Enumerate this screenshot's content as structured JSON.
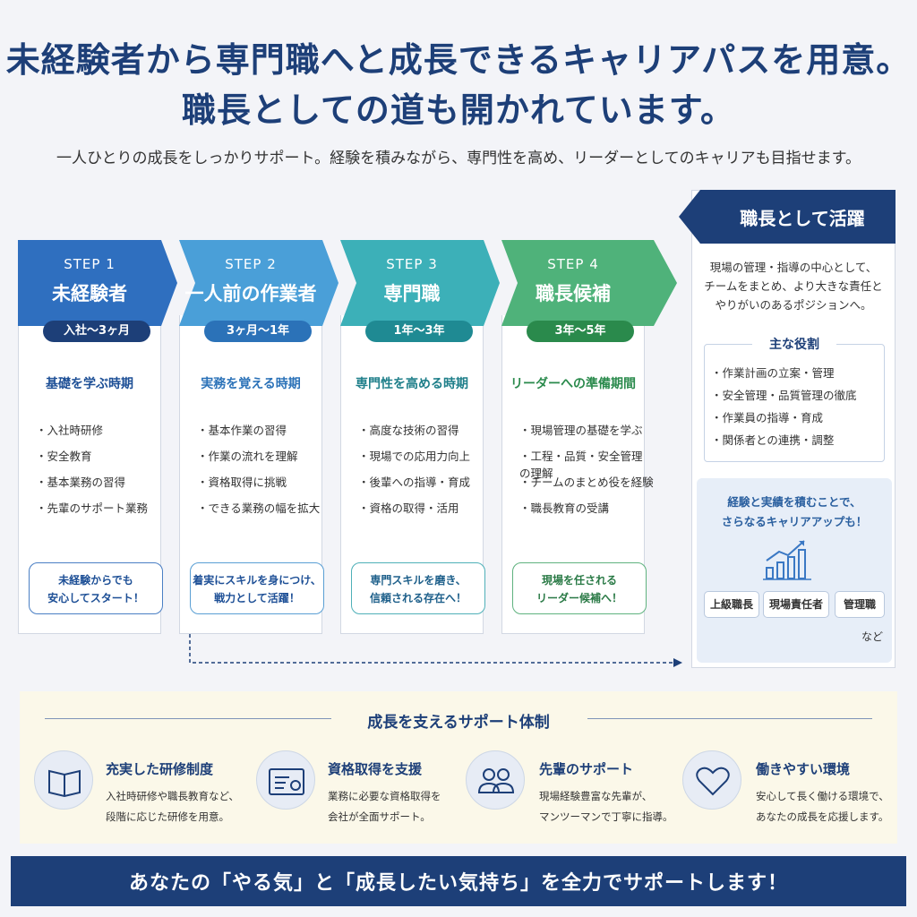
{
  "header": {
    "title_line1": "未経験者から専門職へと成長できるキャリアパスを用意。",
    "title_line2": "職長としての道も開かれています。",
    "subtitle": "一人ひとりの成長をしっかりサポート。経験を積みながら、専門性を高め、リーダーとしてのキャリアも目指せます。"
  },
  "steps": [
    {
      "label": "STEP 1",
      "name": "未経験者",
      "period": "入社～3ヶ月",
      "phase": "基礎を学ぶ時期",
      "items": [
        "入社時研修",
        "安全教育",
        "基本業務の習得",
        "先輩のサポート業務"
      ],
      "note_line1": "未経験からでも",
      "note_line2": "安心してスタート！",
      "color": "#2f6fbf",
      "pill_color": "#1d3f78",
      "text_color": "#1d4f96"
    },
    {
      "label": "STEP 2",
      "name": "一人前の作業者",
      "period": "3ヶ月～1年",
      "phase": "実務を覚える時期",
      "items": [
        "基本作業の習得",
        "作業の流れを理解",
        "資格取得に挑戦",
        "できる業務の幅を拡大"
      ],
      "note_line1": "着実にスキルを身につけ、",
      "note_line2": "戦力として活躍！",
      "color": "#4a9fd8",
      "pill_color": "#2b72b8",
      "text_color": "#2b72b8"
    },
    {
      "label": "STEP 3",
      "name": "専門職",
      "period": "1年～3年",
      "phase": "専門性を高める時期",
      "items": [
        "高度な技術の習得",
        "現場での応用力向上",
        "後輩への指導・育成",
        "資格の取得・活用"
      ],
      "note_line1": "専門スキルを磨き、",
      "note_line2": "信頼される存在へ！",
      "color": "#3cb0b8",
      "pill_color": "#1f8a93",
      "text_color": "#1f7f8a"
    },
    {
      "label": "STEP 4",
      "name": "職長候補",
      "period": "3年～5年",
      "phase": "リーダーへの準備期間",
      "items": [
        "現場管理の基礎を学ぶ",
        "工程・品質・安全管理の理解",
        "チームのまとめ役を経験",
        "職長教育の受講"
      ],
      "note_line1": "現場を任される",
      "note_line2": "リーダー候補へ！",
      "color": "#4fb27a",
      "pill_color": "#2a8a4c",
      "text_color": "#2a8a4c"
    }
  ],
  "foreman": {
    "title": "職長として活躍",
    "desc_line1": "現場の管理・指導の中心として、",
    "desc_line2": "チームをまとめ、より大きな責任と",
    "desc_line3": "やりがいのあるポジションへ。",
    "roles_title": "主な役割",
    "roles": [
      "作業計画の立案・管理",
      "安全管理・品質管理の徹底",
      "作業員の指導・育成",
      "関係者との連携・調整"
    ],
    "career_line1": "経験と実績を積むことで、",
    "career_line2": "さらなるキャリアアップも！",
    "badges": [
      "上級職長",
      "現場責任者",
      "管理職"
    ],
    "etc": "など"
  },
  "support": {
    "title": "成長を支えるサポート体制",
    "items": [
      {
        "icon": "book-icon",
        "title": "充実した研修制度",
        "desc_line1": "入社時研修や職長教育など、",
        "desc_line2": "段階に応じた研修を用意。"
      },
      {
        "icon": "certificate-icon",
        "title": "資格取得を支援",
        "desc_line1": "業務に必要な資格取得を",
        "desc_line2": "会社が全面サポート。"
      },
      {
        "icon": "people-icon",
        "title": "先輩のサポート",
        "desc_line1": "現場経験豊富な先輩が、",
        "desc_line2": "マンツーマンで丁寧に指導。"
      },
      {
        "icon": "heart-icon",
        "title": "働きやすい環境",
        "desc_line1": "安心して長く働ける環境で、",
        "desc_line2": "あなたの成長を応援します。"
      }
    ]
  },
  "banner": {
    "text": "あなたの「やる気」と「成長したい気持ち」を全力でサポートします！"
  }
}
